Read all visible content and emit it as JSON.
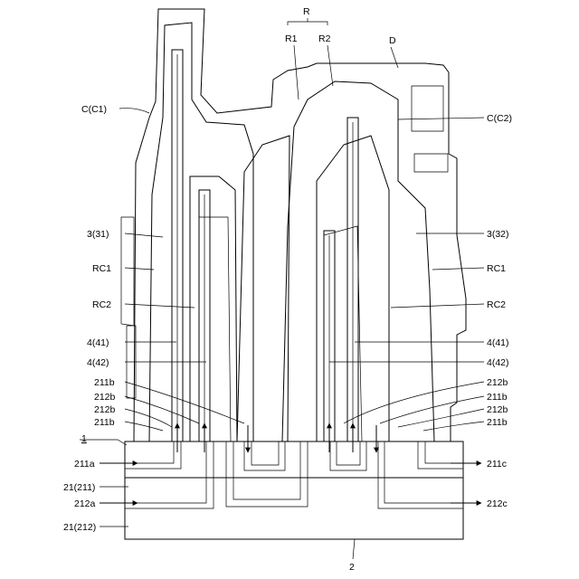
{
  "labels": {
    "r": "R",
    "r1": "R1",
    "r2": "R2",
    "d": "D",
    "cc1": "C(C1)",
    "cc2": "C(C2)",
    "l331": "3(31)",
    "l332": "3(32)",
    "rc1_left": "RC1",
    "rc1_right": "RC1",
    "rc2_left": "RC2",
    "rc2_right": "RC2",
    "l441_left": "4(41)",
    "l441_right": "4(41)",
    "l442_left": "4(42)",
    "l442_right": "4(42)",
    "l211b_left_top": "211b",
    "l212b_left_1": "212b",
    "l212b_left_2": "212b",
    "l211b_left_bot": "211b",
    "l212b_right_top": "212b",
    "l211b_right_1": "211b",
    "l212b_right_2": "212b",
    "l211b_right_bot": "211b",
    "one": "1",
    "l211a": "211a",
    "l211_211": "21(211)",
    "l212a": "212a",
    "l21_212": "21(212)",
    "l211c": "211c",
    "l212c": "212c",
    "two": "2"
  }
}
